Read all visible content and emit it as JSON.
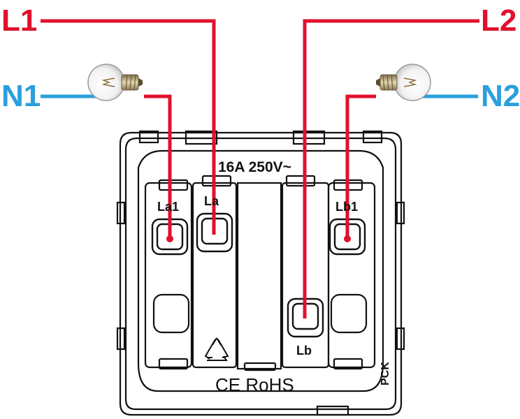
{
  "lines": {
    "l1": "L1",
    "l2": "L2",
    "n1": "N1",
    "n2": "N2"
  },
  "switch": {
    "rating": "16A 250V~",
    "terminals": {
      "la1": "La1",
      "la": "La",
      "lb1": "Lb1",
      "lb": "Lb"
    },
    "markings": {
      "ce_rohs": "CE RoHS",
      "brand": "PCK"
    }
  },
  "colors": {
    "live": "#e0102c",
    "neutral": "#2a9fdc",
    "outline": "#111111"
  },
  "icons": [
    "bulb-icon",
    "recycle-icon"
  ]
}
